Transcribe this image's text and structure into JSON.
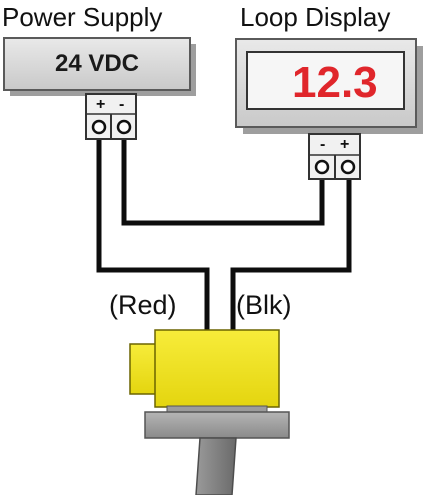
{
  "power_supply": {
    "title": "Power Supply",
    "voltage": "24 VDC",
    "terminal_plus": "+",
    "terminal_minus": "-"
  },
  "loop_display": {
    "title": "Loop Display",
    "reading": "12.3",
    "terminal_minus": "-",
    "terminal_plus": "+",
    "reading_color": "#e0262b"
  },
  "wires": {
    "red_label": "(Red)",
    "black_label": "(Blk)"
  },
  "colors": {
    "housing_gray": "#d6d6d6",
    "screen_bg": "#f6f6f6",
    "sensor_yellow": "#f5e71c",
    "wire": "#0d0d0d",
    "flange": "#9a9a9a",
    "probe": "#7b7b7b"
  },
  "icons": {
    "sensor": "pressure-transmitter-icon",
    "terminal_screw": "screw-terminal-icon"
  }
}
